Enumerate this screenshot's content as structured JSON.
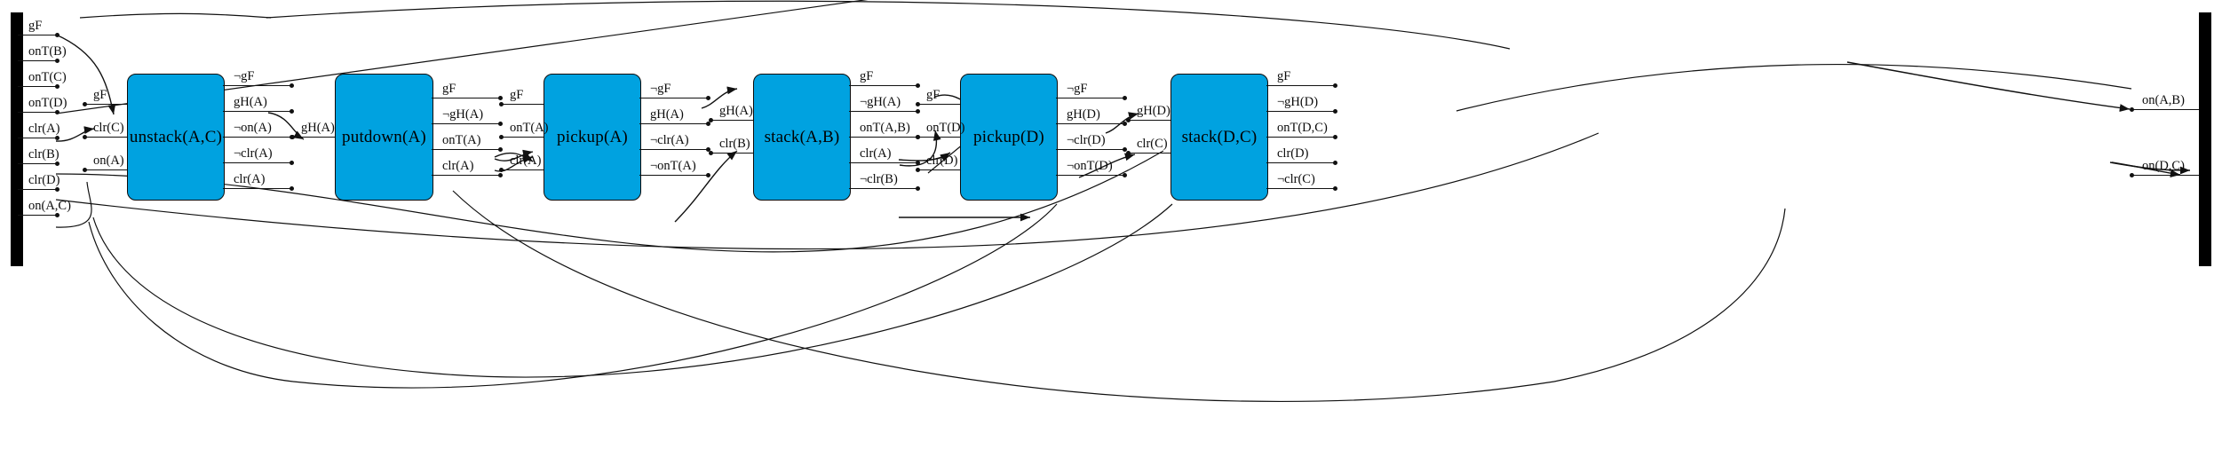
{
  "meta": {
    "title": "Blocks-world plan graph",
    "node_fill": "#00a2e0",
    "node_stroke": "#0b0b0b",
    "edge_color": "#111111",
    "bar_color": "#000000"
  },
  "initial_state": {
    "name": "initial-state-bar",
    "literals": [
      "gF",
      "onT(B)",
      "onT(C)",
      "onT(D)",
      "clr(A)",
      "clr(B)",
      "clr(D)",
      "on(A,C)"
    ]
  },
  "goal_state": {
    "name": "goal-state-bar",
    "literals": [
      "on(A,B)",
      "on(D,C)"
    ]
  },
  "actions": [
    {
      "id": "unstack-a-c",
      "label": "unstack(A,C)",
      "inputs": [
        "gF",
        "clr(C)",
        "on(A)"
      ],
      "outputs": [
        "¬gF",
        "gH(A)",
        "¬on(A)",
        "¬clr(A)",
        "clr(A)"
      ]
    },
    {
      "id": "putdown-a",
      "label": "putdown(A)",
      "inputs": [
        "gH(A)"
      ],
      "outputs": [
        "gF",
        "¬gH(A)",
        "onT(A)",
        "clr(A)"
      ]
    },
    {
      "id": "pickup-a",
      "label": "pickup(A)",
      "inputs": [
        "gF",
        "onT(A)",
        "clr(A)"
      ],
      "outputs": [
        "¬gF",
        "gH(A)",
        "¬clr(A)",
        "¬onT(A)"
      ]
    },
    {
      "id": "stack-a-b",
      "label": "stack(A,B)",
      "inputs": [
        "gH(A)",
        "clr(B)"
      ],
      "outputs": [
        "gF",
        "¬gH(A)",
        "onT(A,B)",
        "clr(A)",
        "¬clr(B)"
      ]
    },
    {
      "id": "pickup-d",
      "label": "pickup(D)",
      "inputs": [
        "gF",
        "onT(D)",
        "clr(D)"
      ],
      "outputs": [
        "¬gF",
        "gH(D)",
        "¬clr(D)",
        "¬onT(D)"
      ]
    },
    {
      "id": "stack-d-c",
      "label": "stack(D,C)",
      "inputs": [
        "gH(D)",
        "clr(C)"
      ],
      "outputs": [
        "gF",
        "¬gH(D)",
        "onT(D,C)",
        "clr(D)",
        "¬clr(C)"
      ]
    }
  ]
}
